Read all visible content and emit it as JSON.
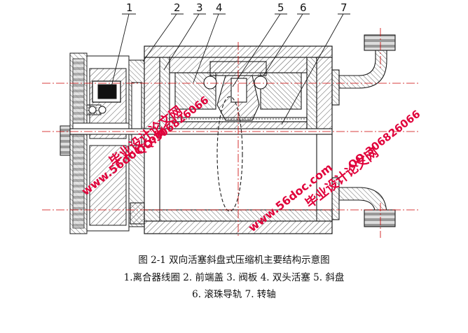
{
  "part_numbers": [
    "1",
    "2",
    "3",
    "4",
    "5",
    "6",
    "7"
  ],
  "caption": {
    "title": "图 2-1 双向活塞斜盘式压缩机主要结构示意图",
    "line1": "1.离合器线圈 2. 前端盖 3. 阀板 4. 双头活塞 5. 斜盘",
    "line2": "6. 滚珠导轨    7. 转轴"
  },
  "watermarks": {
    "site": "www.56doc.com",
    "qq": "QQ:306826066",
    "brand": "毕业设计论文网"
  },
  "colors": {
    "line": "#1a1a1a",
    "hatch": "#555555",
    "watermark": "#e0003a",
    "center_line": "#cc0000"
  }
}
